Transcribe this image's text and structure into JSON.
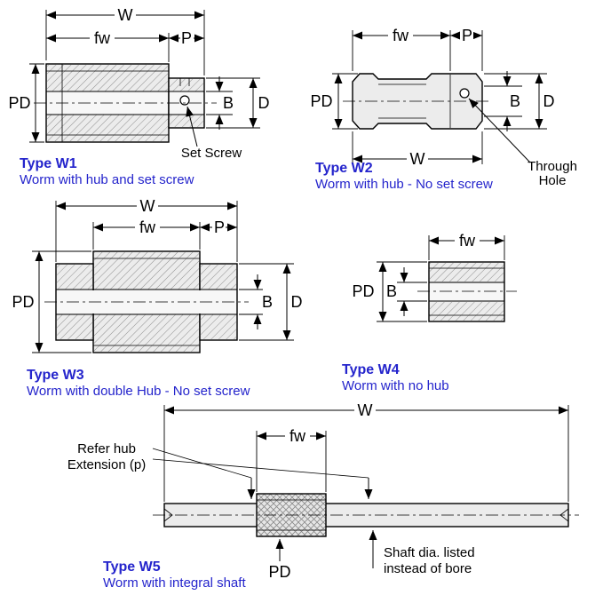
{
  "colors": {
    "title_blue": "#2424cc",
    "outline": "#000000",
    "body_fill": "#ececec",
    "bore_fill": "#f7f7f7"
  },
  "w1": {
    "title": "Type W1",
    "subtitle": "Worm with hub and set screw",
    "dims": {
      "W": "W",
      "fw": "fw",
      "P": "P",
      "PD": "PD",
      "B": "B",
      "D": "D"
    },
    "set_screw_label": "Set Screw"
  },
  "w2": {
    "title": "Type W2",
    "subtitle": "Worm with hub - No set screw",
    "dims": {
      "W": "W",
      "fw": "fw",
      "P": "P",
      "PD": "PD",
      "B": "B",
      "D": "D"
    },
    "through_hole_line1": "Through",
    "through_hole_line2": "Hole"
  },
  "w3": {
    "title": "Type W3",
    "subtitle": "Worm with double Hub - No set screw",
    "dims": {
      "W": "W",
      "fw": "fw",
      "P": "P",
      "PD": "PD",
      "B": "B",
      "D": "D"
    }
  },
  "w4": {
    "title": "Type W4",
    "subtitle": "Worm with no hub",
    "dims": {
      "fw": "fw",
      "PD": "PD",
      "B": "B"
    }
  },
  "w5": {
    "title": "Type W5",
    "subtitle": "Worm with integral shaft",
    "dims": {
      "W": "W",
      "fw": "fw",
      "PD": "PD"
    },
    "refer_hub_line1": "Refer hub",
    "refer_hub_line2": "Extension (p)",
    "shaft_note_line1": "Shaft dia. listed",
    "shaft_note_line2": "instead of bore"
  }
}
